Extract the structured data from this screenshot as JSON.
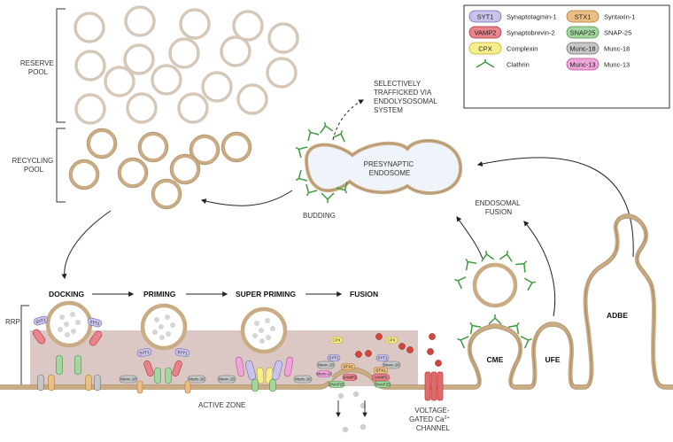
{
  "title": "",
  "labels": {
    "reserve_pool": [
      "RESERVE",
      "POOL"
    ],
    "recycling_pool": [
      "RECYCLING",
      "POOL"
    ],
    "rrp": "RRP",
    "docking": "DOCKING",
    "priming": "PRIMING",
    "super_priming": "SUPER PRIMING",
    "fusion": "FUSION",
    "budding": "BUDDING",
    "presynaptic_endosome": [
      "PRESYNAPTIC",
      "ENDOSOME"
    ],
    "selectively_trafficked": [
      "SELECTIVELY",
      "TRAFFICKED VIA",
      "ENDOLYSOSOMAL",
      "SYSTEM"
    ],
    "endosomal_fusion": [
      "ENDOSOMAL",
      "FUSION"
    ],
    "cme": "CME",
    "ufe": "UFE",
    "adbe": "ADBE",
    "active_zone": "ACTIVE ZONE",
    "voltage_gated": [
      "VOLTAGE-",
      "GATED Ca",
      "CHANNEL"
    ],
    "ca_superscript": "2+"
  },
  "legend": [
    {
      "tag": "SYT1",
      "name": "Synaptotagmin-1",
      "color": "#c9c3ea",
      "stroke": "#6f67b8"
    },
    {
      "tag": "STX1",
      "name": "Syntaxin-1",
      "color": "#e9bf86",
      "stroke": "#b07a33"
    },
    {
      "tag": "VAMP2",
      "name": "Synaptobrevin-2",
      "color": "#e9838c",
      "stroke": "#a8323c"
    },
    {
      "tag": "SNAP25",
      "name": "SNAP-25",
      "color": "#a6d6a0",
      "stroke": "#4b8f45"
    },
    {
      "tag": "CPX",
      "name": "Complexin",
      "color": "#f7ef8a",
      "stroke": "#b6a92f"
    },
    {
      "tag": "Munc-18",
      "name": "Munc-18",
      "color": "#c7c7c7",
      "stroke": "#6e6e6e"
    },
    {
      "tag": "",
      "name": "Clathrin",
      "color": "#3e9a3e",
      "stroke": "#2d7a2d"
    },
    {
      "tag": "Munc-13",
      "name": "Munc-13",
      "color": "#f0a5d8",
      "stroke": "#b24d96"
    }
  ],
  "protein_tags": {
    "syt1": "SYT1",
    "vamp2": "VAMP2",
    "stx1": "STX1",
    "snap25": "SNAP25",
    "munc18": "Munc-18",
    "munc13": "Munc-13",
    "cpx": "CPX"
  },
  "colors": {
    "membrane": "#c9ab84",
    "membrane_edge": "#9c7f5c",
    "vesicle_fill": "#ffffff",
    "reserve_vesicle": "#d6c8b9",
    "active_zone": "#dbc8c4",
    "clathrin": "#3e9a3e",
    "calcium": "#d2453d",
    "endosome_fill": "#eef4f9"
  }
}
